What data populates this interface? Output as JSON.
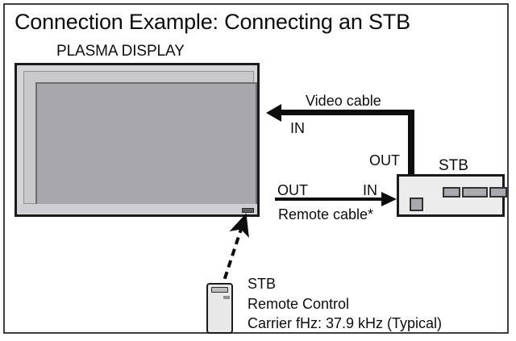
{
  "figure": {
    "title": "Connection Example: Connecting an STB"
  },
  "display": {
    "label": "PLASMA DISPLAY",
    "sensor_name": "ir-sensor"
  },
  "video_cable": {
    "name": "Video cable",
    "in_label": "IN",
    "out_label": "OUT"
  },
  "remote_cable": {
    "name": "Remote cable*",
    "out_label": "OUT",
    "in_label": "IN"
  },
  "stb": {
    "label": "STB",
    "slots": [
      "small",
      "wide",
      "small"
    ]
  },
  "remote_control": {
    "line1": "STB",
    "line2": "Remote Control",
    "line3": "Carrier fHz: 37.9 kHz (Typical)"
  },
  "colors": {
    "ink": "#0d0d0d",
    "screen_gray": "#a8a8ac",
    "bezel_gray": "#c9c9cb",
    "case_gray": "#d5d5d7",
    "device_fill": "#ececed",
    "outline": "#1b1b1b"
  }
}
